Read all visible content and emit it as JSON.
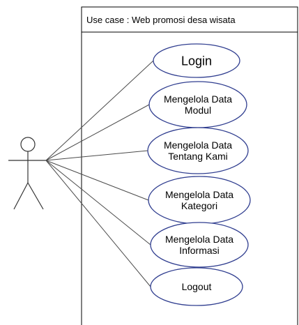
{
  "system_boundary": {
    "title": "Use case : Web promosi desa wisata"
  },
  "actor": {
    "label": ""
  },
  "use_cases": [
    {
      "id": "login",
      "lines": [
        "Login"
      ]
    },
    {
      "id": "mengelola-data-modul",
      "lines": [
        "Mengelola Data",
        "Modul"
      ]
    },
    {
      "id": "mengelola-data-tentang-kami",
      "lines": [
        "Mengelola Data",
        "Tentang Kami"
      ]
    },
    {
      "id": "mengelola-data-kategori",
      "lines": [
        "Mengelola Data",
        "Kategori"
      ]
    },
    {
      "id": "mengelola-data-informasi",
      "lines": [
        "Mengelola Data",
        "Informasi"
      ]
    },
    {
      "id": "logout",
      "lines": [
        "Logout"
      ]
    }
  ],
  "colors": {
    "ellipse_stroke": "#2f3d8f",
    "line": "#4a4a4a",
    "boundary": "#000000",
    "text": "#000000"
  }
}
